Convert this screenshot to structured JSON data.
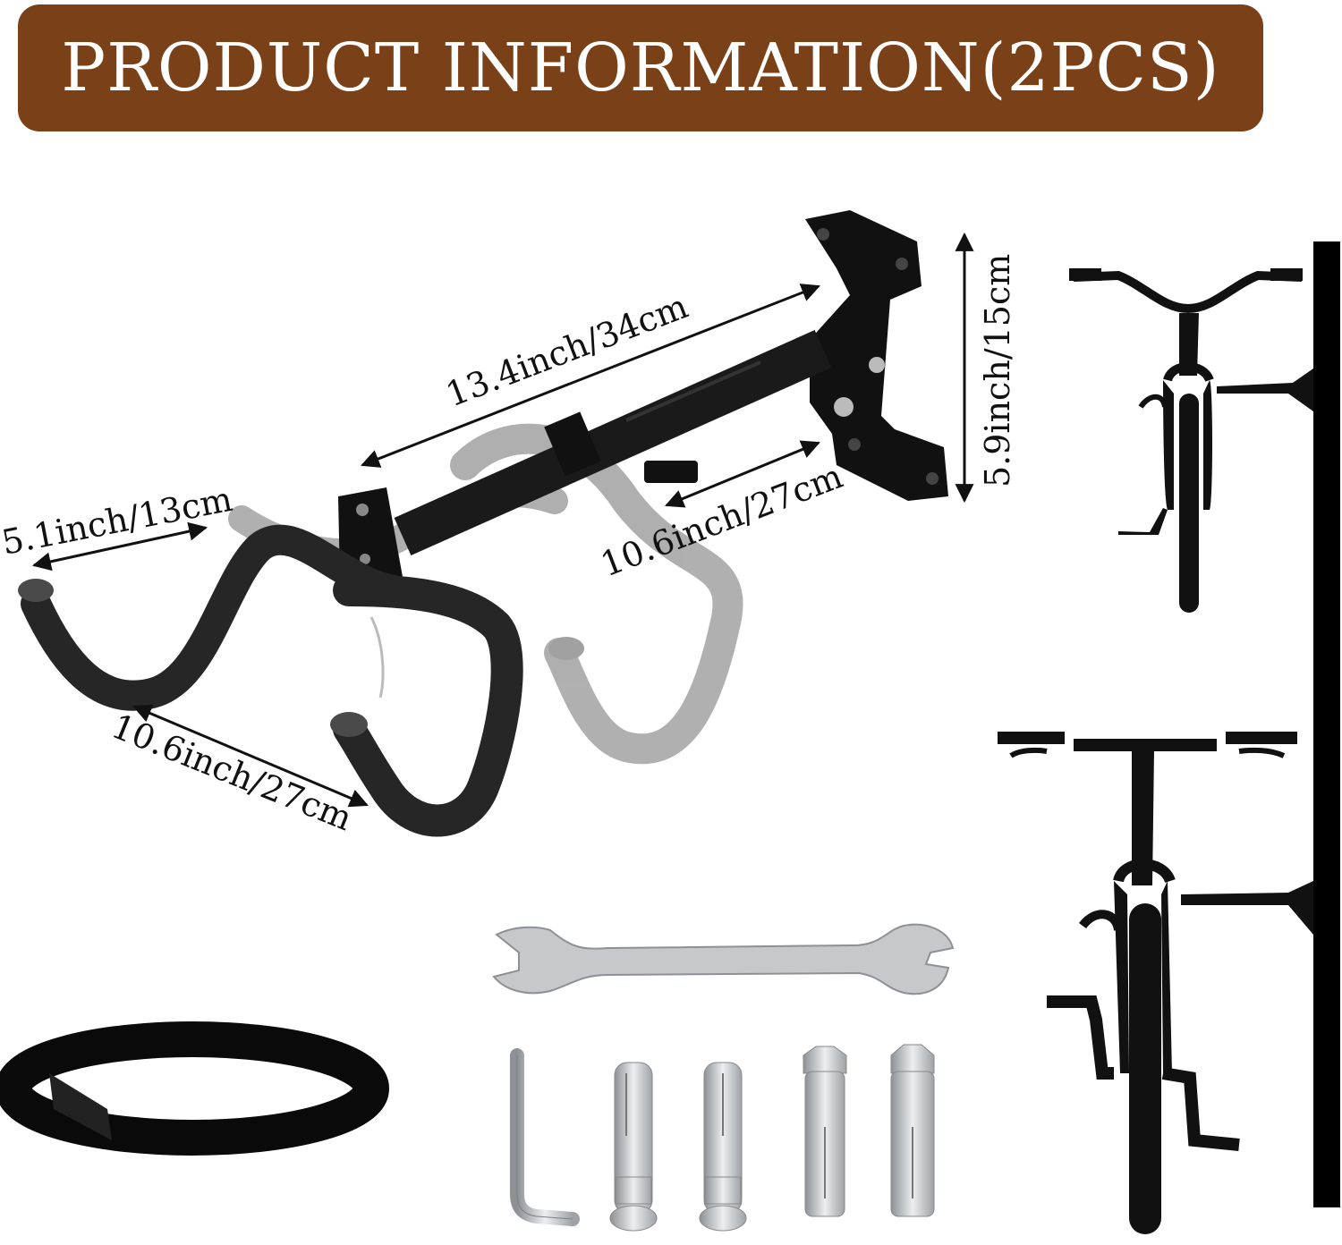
{
  "header": {
    "title": "PRODUCT INFORMATION(2PCS)"
  },
  "dimensions": {
    "arm_length": "13.4inch/34cm",
    "plate_height": "5.9inch/15cm",
    "hook_width": "5.1inch/13cm",
    "hook_length": "10.6inch/27cm",
    "fold_length": "10.6inch/27cm"
  },
  "colors": {
    "header_bg": "#7a4118",
    "metal": "#111111",
    "steel": "#c9ccd0"
  }
}
